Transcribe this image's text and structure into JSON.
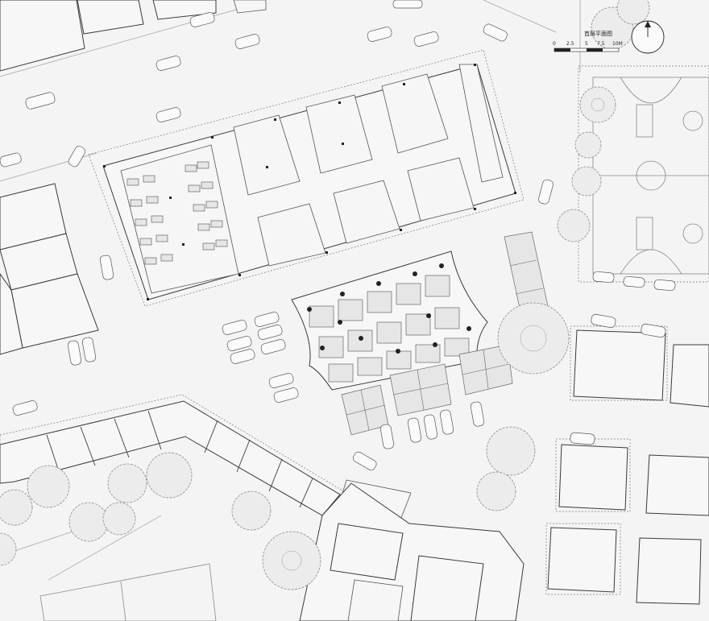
{
  "plan_title": "首层平面图",
  "scale_bar": {
    "labels": [
      "0",
      "2.5",
      "5",
      "7.5",
      "10M"
    ]
  },
  "north_arrow_icon": "north-arrow-icon",
  "colors": {
    "background": "#f4f4f4",
    "line": "#3a3a3a",
    "paving": "#e6e6e6",
    "tree": "#ececec"
  }
}
